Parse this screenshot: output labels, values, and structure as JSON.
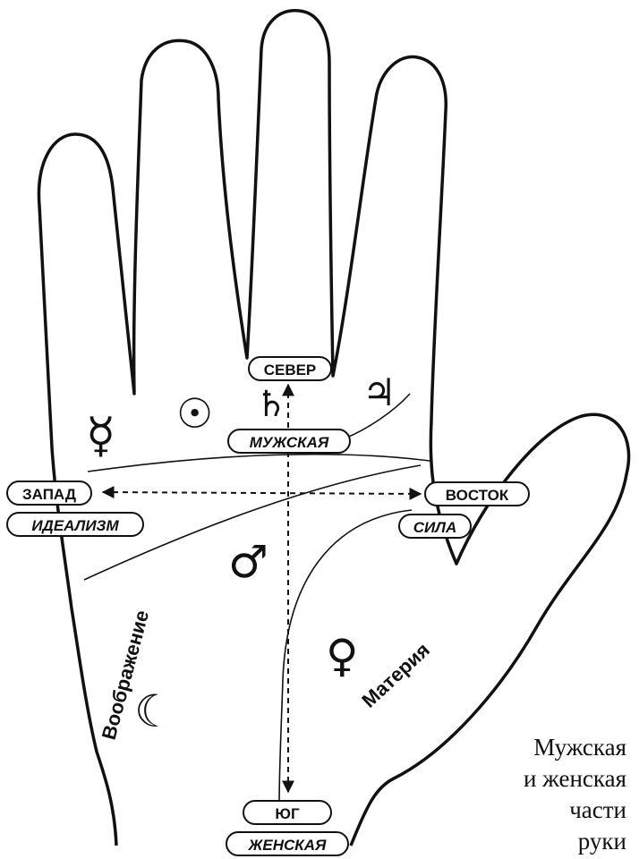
{
  "labels": {
    "north": "СЕВЕР",
    "south": "ЮГ",
    "west": "ЗАПАД",
    "east": "ВОСТОК",
    "male": "МУЖСКАЯ",
    "female": "ЖЕНСКАЯ",
    "idealism": "ИДЕАЛИЗМ",
    "strength": "СИЛА"
  },
  "regions": {
    "imagination": "Воображение",
    "matter": "Материя"
  },
  "symbols": {
    "mercury": "☿",
    "sun": "☉",
    "saturn": "♄",
    "jupiter": "♃",
    "mars": "♂",
    "venus": "♀",
    "moon": "☾"
  },
  "caption": {
    "lines": [
      "Мужская",
      "и женская",
      "части",
      "руки"
    ]
  }
}
